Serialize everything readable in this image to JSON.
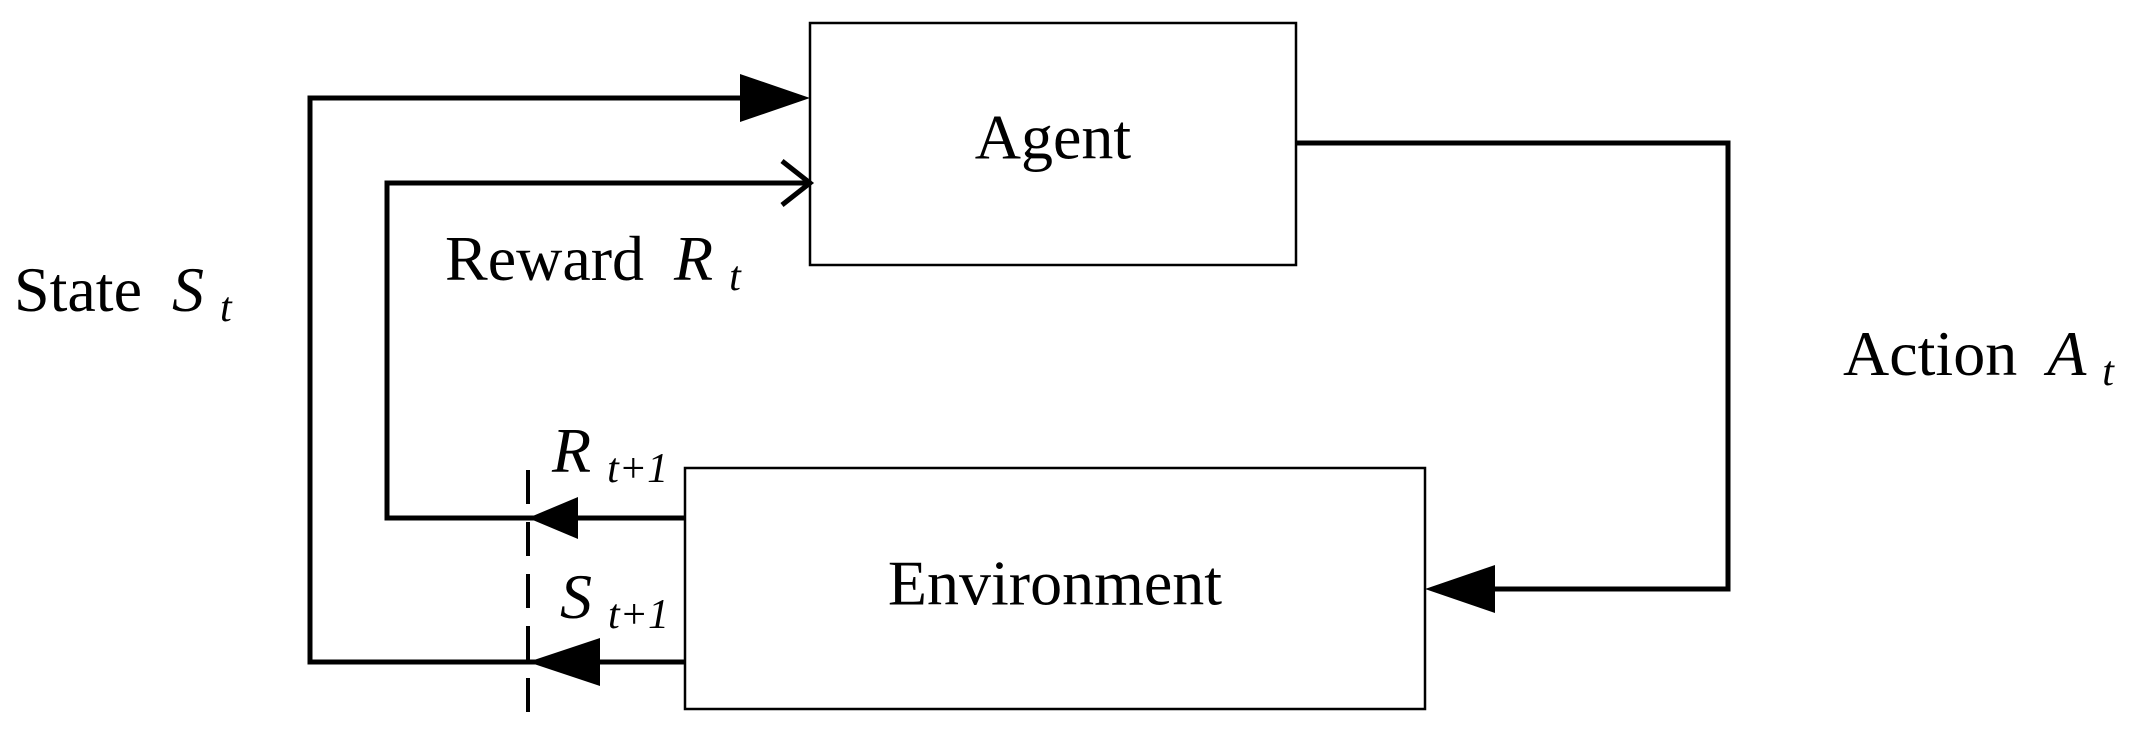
{
  "nodes": {
    "agent": {
      "label": "Agent"
    },
    "environment": {
      "label": "Environment"
    }
  },
  "edges": {
    "state": {
      "word": "State",
      "symbol": "S",
      "subscript": "t"
    },
    "reward": {
      "word": "Reward",
      "symbol": "R",
      "subscript": "t"
    },
    "action": {
      "word": "Action",
      "symbol": "A",
      "subscript": "t"
    },
    "next_reward": {
      "symbol": "R",
      "subscript": "t+1"
    },
    "next_state": {
      "symbol": "S",
      "subscript": "t+1"
    }
  },
  "colors": {
    "line": "#000000",
    "background": "#ffffff"
  }
}
